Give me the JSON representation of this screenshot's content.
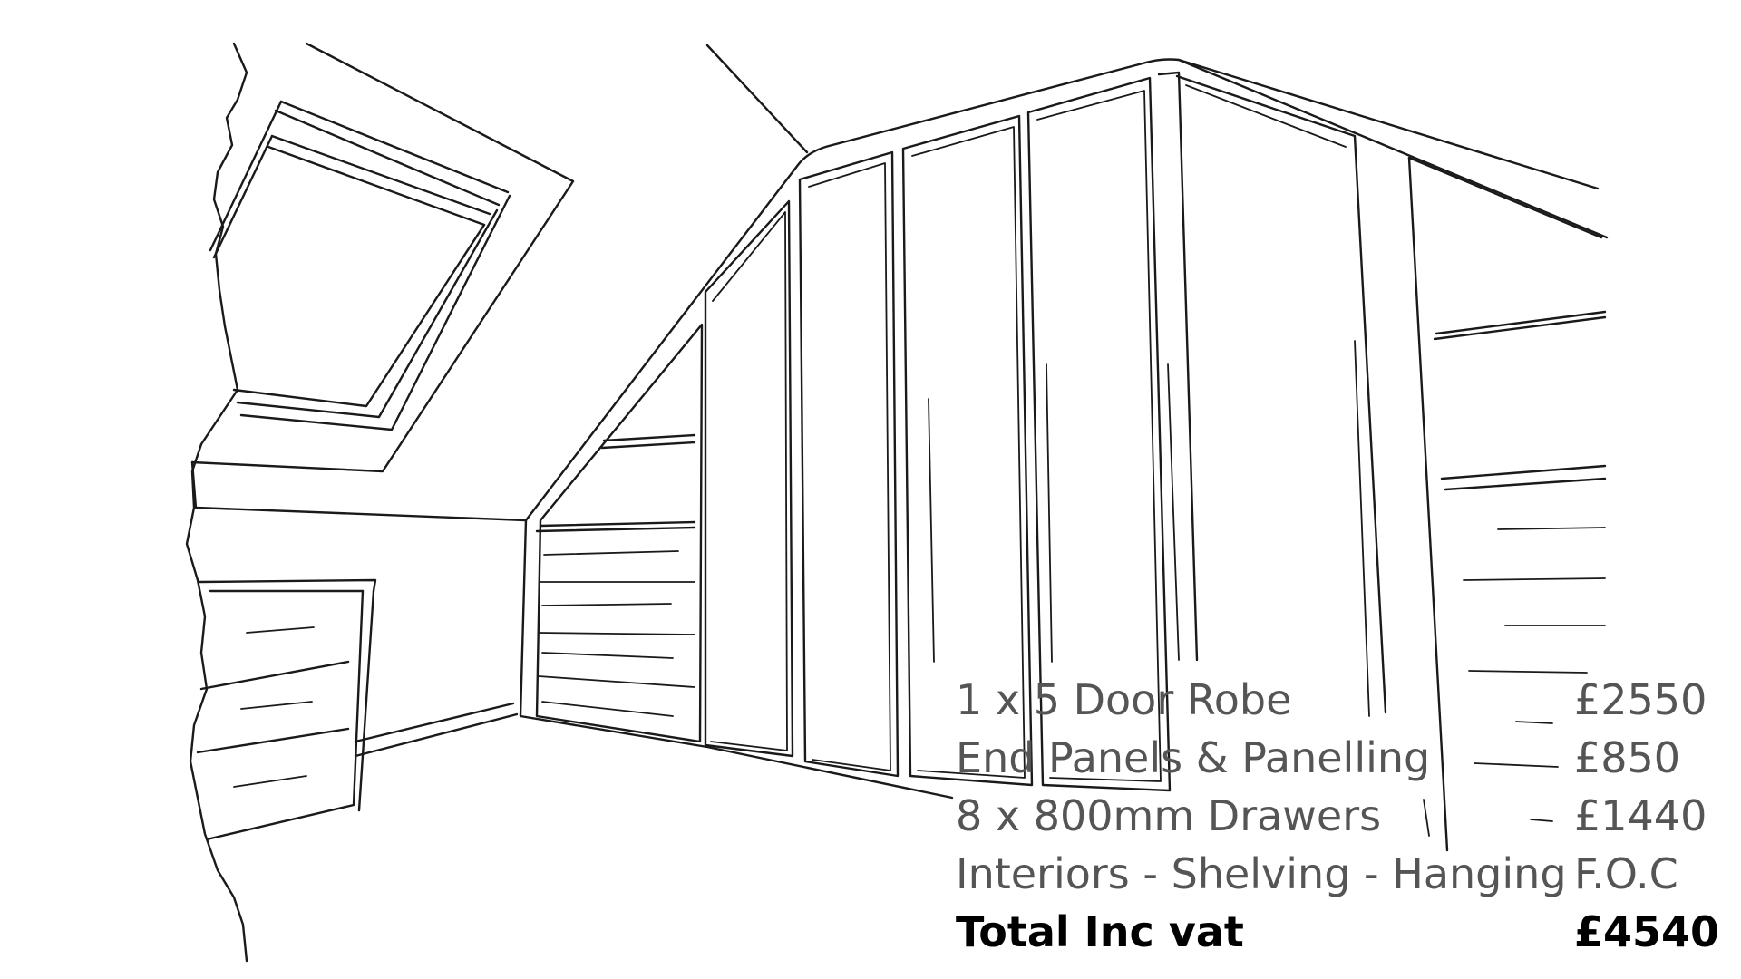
{
  "illustration": {
    "subject": "attic-fitted-wardrobe-sketch"
  },
  "quote": {
    "items": [
      {
        "label": "1 x 5 Door Robe",
        "price": "£2550"
      },
      {
        "label": "End Panels & Panelling",
        "price": "£850"
      },
      {
        "label": "8 x 800mm Drawers",
        "price": "£1440"
      },
      {
        "label": "Interiors - Shelving - Hanging",
        "price": "F.O.C"
      }
    ],
    "total": {
      "label": "Total Inc vat",
      "price": "£4540"
    }
  },
  "colors": {
    "line_art": "#1a1a1a",
    "item_text": "#555555",
    "total_text": "#000000",
    "background": "#ffffff"
  }
}
